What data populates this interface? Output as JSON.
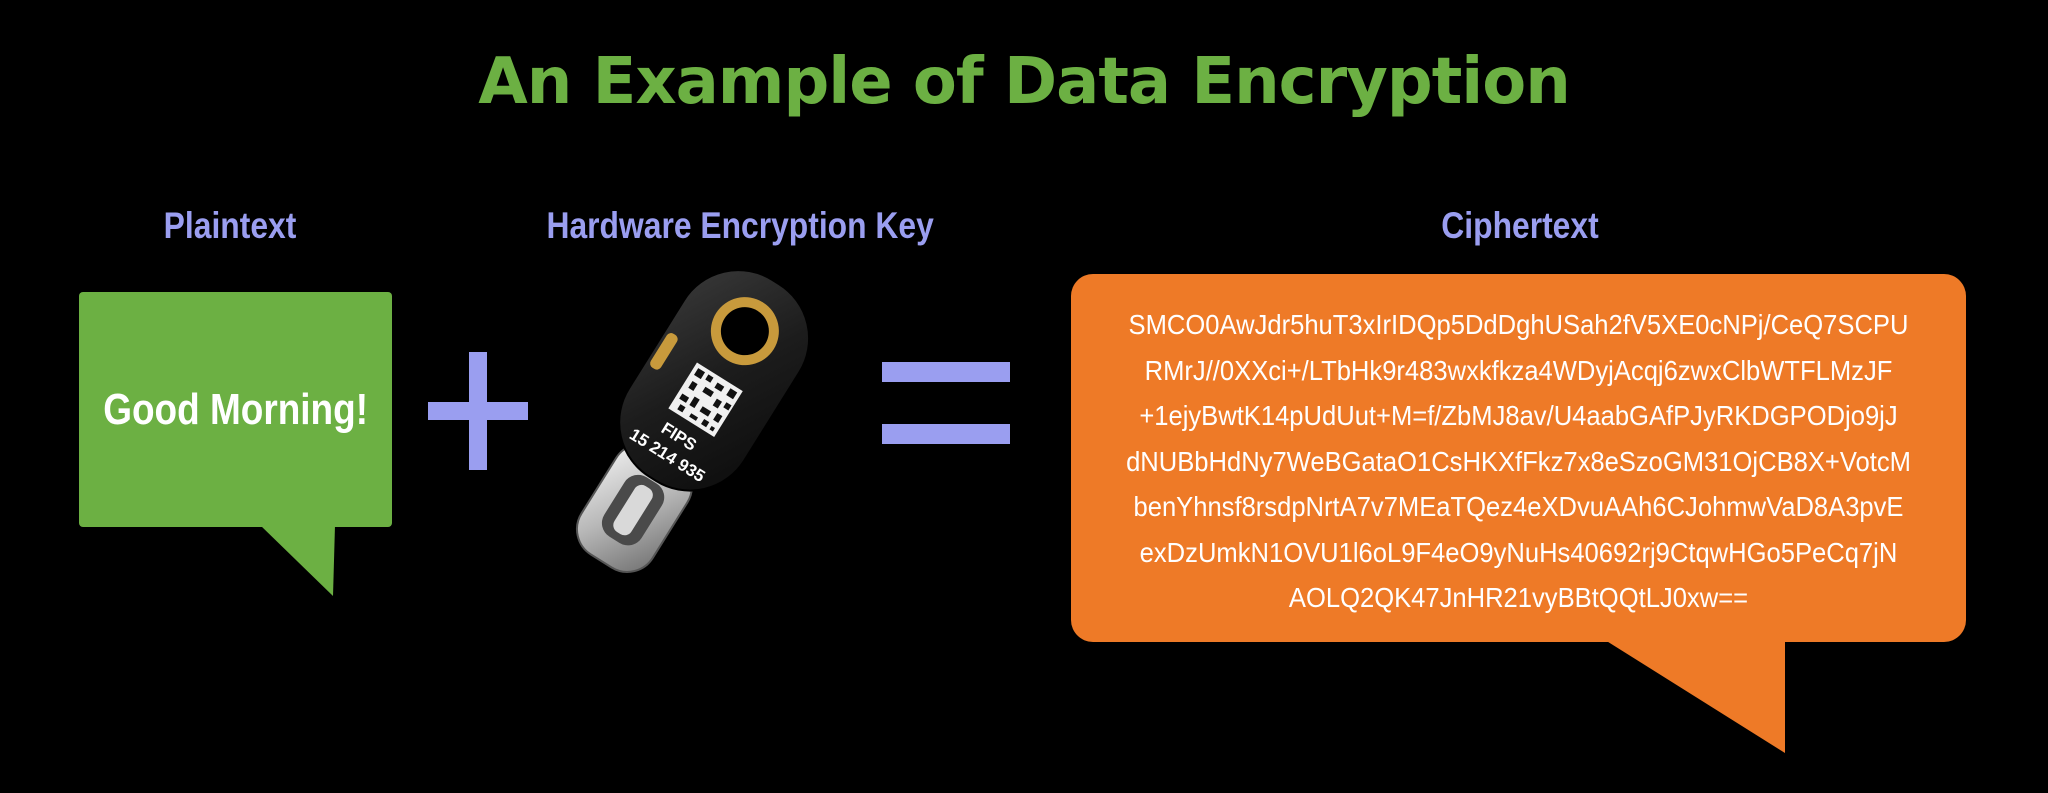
{
  "title": "An Example of Data Encryption",
  "labels": {
    "plaintext": "Plaintext",
    "key": "Hardware Encryption Key",
    "ciphertext": "Ciphertext"
  },
  "plaintext_message": "Good Morning!",
  "key_device": {
    "icon": "usb-c-security-key-icon",
    "line1": "FIPS",
    "line2": "15 214 935"
  },
  "operators": {
    "plus": "plus-icon",
    "equals": "equals-icon"
  },
  "ciphertext_lines": [
    "SMCO0AwJdr5huT3xIrIDQp5DdDghUSah2fV5XE0cNPj/CeQ7SCPU",
    "RMrJ//0XXci+/LTbHk9r483wxkfkza4WDyjAcqj6zwxClbWTFLMzJF",
    "+1ejyBwtK14pUdUut+M=f/ZbMJ8av/U4aabGAfPJyRKDGPODjo9jJ",
    "dNUBbHdNy7WeBGataO1CsHKXfFkz7x8eSzoGM31OjCB8X+VotcM",
    "benYhnsf8rsdpNrtA7v7MEaTQez4eXDvuAAh6CJohmwVaD8A3pvE",
    "exDzUmkN1OVU1l6oL9F4eO9yNuHs40692rj9CtqwHGo5PeCq7jN",
    "AOLQ2QK47JnHR21vyBBtQQtLJ0xw=="
  ],
  "colors": {
    "background": "#000000",
    "title": "#6cb043",
    "labels": "#9a9ef0",
    "plaintext_bubble": "#6cb043",
    "ciphertext_bubble": "#ee7a27",
    "operators": "#9a9ef0"
  }
}
